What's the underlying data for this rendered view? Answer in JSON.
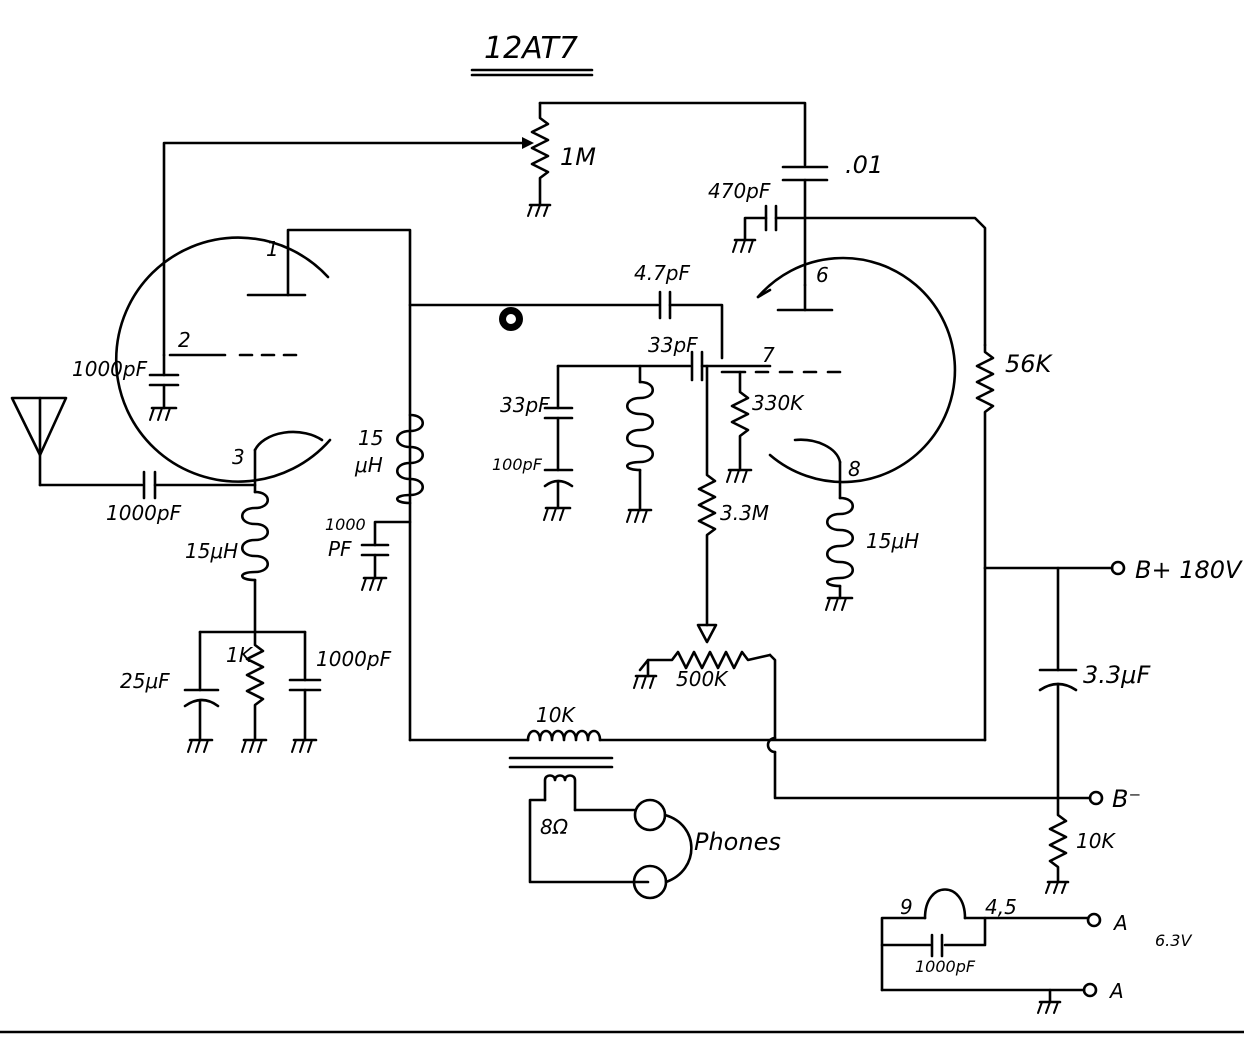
{
  "title": "12AT7",
  "labels": {
    "pot_1m": "1M",
    "cap_01": ".01",
    "cap_470pf": "470pF",
    "pin_1": "1",
    "pin_2": "2",
    "pin_3": "3",
    "pin_6": "6",
    "pin_7": "7",
    "pin_8": "8",
    "cap_1000pf_grid": "1000pF",
    "cap_1000pf_antenna": "1000pF",
    "ind_15uh_left": "15μH",
    "ind_15_top": "15",
    "ind_uh_bottom": "μH",
    "cap_1000_small": "1000",
    "cap_pf_small": "PF",
    "cap_47pf": "4.7pF",
    "cap_33pf_top": "33pF",
    "cap_33pf_left": "33pF",
    "cap_100pf": "100pF",
    "res_330k": "330K",
    "res_33m": "3.3M",
    "pot_500k": "500K",
    "ind_15uh_right": "15μH",
    "res_56k": "56K",
    "b_plus": "B+ 180V",
    "cap_33uf": "3.3μF",
    "b_minus": "B⁻",
    "res_10k_bottom": "10K",
    "xfmr_10k": "10K",
    "xfmr_8ohm": "8Ω",
    "phones": "Phones",
    "cap_25uf": "25μF",
    "res_1k": "1K",
    "cap_1000pf_cathode": "1000pF",
    "heater_9": "9",
    "heater_45": "4,5",
    "cap_1000pf_heater": "1000pF",
    "heater_a1": "A",
    "heater_a2": "A",
    "heater_voltage": "6.3V"
  }
}
